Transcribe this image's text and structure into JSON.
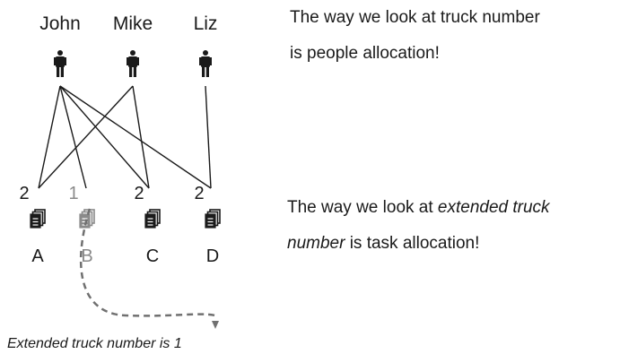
{
  "people": [
    {
      "name": "John",
      "icon": "person-icon"
    },
    {
      "name": "Mike",
      "icon": "person-icon"
    },
    {
      "name": "Liz",
      "icon": "person-icon"
    }
  ],
  "tasks": [
    {
      "name": "A",
      "count": "2",
      "faded": false,
      "icon": "document-stack-icon"
    },
    {
      "name": "B",
      "count": "1",
      "faded": true,
      "icon": "document-stack-icon"
    },
    {
      "name": "C",
      "count": "2",
      "faded": false,
      "icon": "document-stack-icon"
    },
    {
      "name": "D",
      "count": "2",
      "faded": false,
      "icon": "document-stack-icon"
    }
  ],
  "edges": [
    {
      "from": "John",
      "to": "A"
    },
    {
      "from": "John",
      "to": "B"
    },
    {
      "from": "John",
      "to": "C"
    },
    {
      "from": "John",
      "to": "D"
    },
    {
      "from": "Mike",
      "to": "A"
    },
    {
      "from": "Mike",
      "to": "C"
    },
    {
      "from": "Liz",
      "to": "D"
    }
  ],
  "note": "Extended truck number is 1",
  "statement1": {
    "line1": "The way we look at truck number",
    "line2": "is people allocation!"
  },
  "statement2": {
    "line1_plain": "The way we look at ",
    "line1_italic": "extended truck",
    "line2_italic": "number",
    "line2_plain": " is task allocation!"
  },
  "colors": {
    "ink": "#1a1a1a",
    "faded": "#8a8a8a",
    "dashed_arrow": "#707070"
  }
}
